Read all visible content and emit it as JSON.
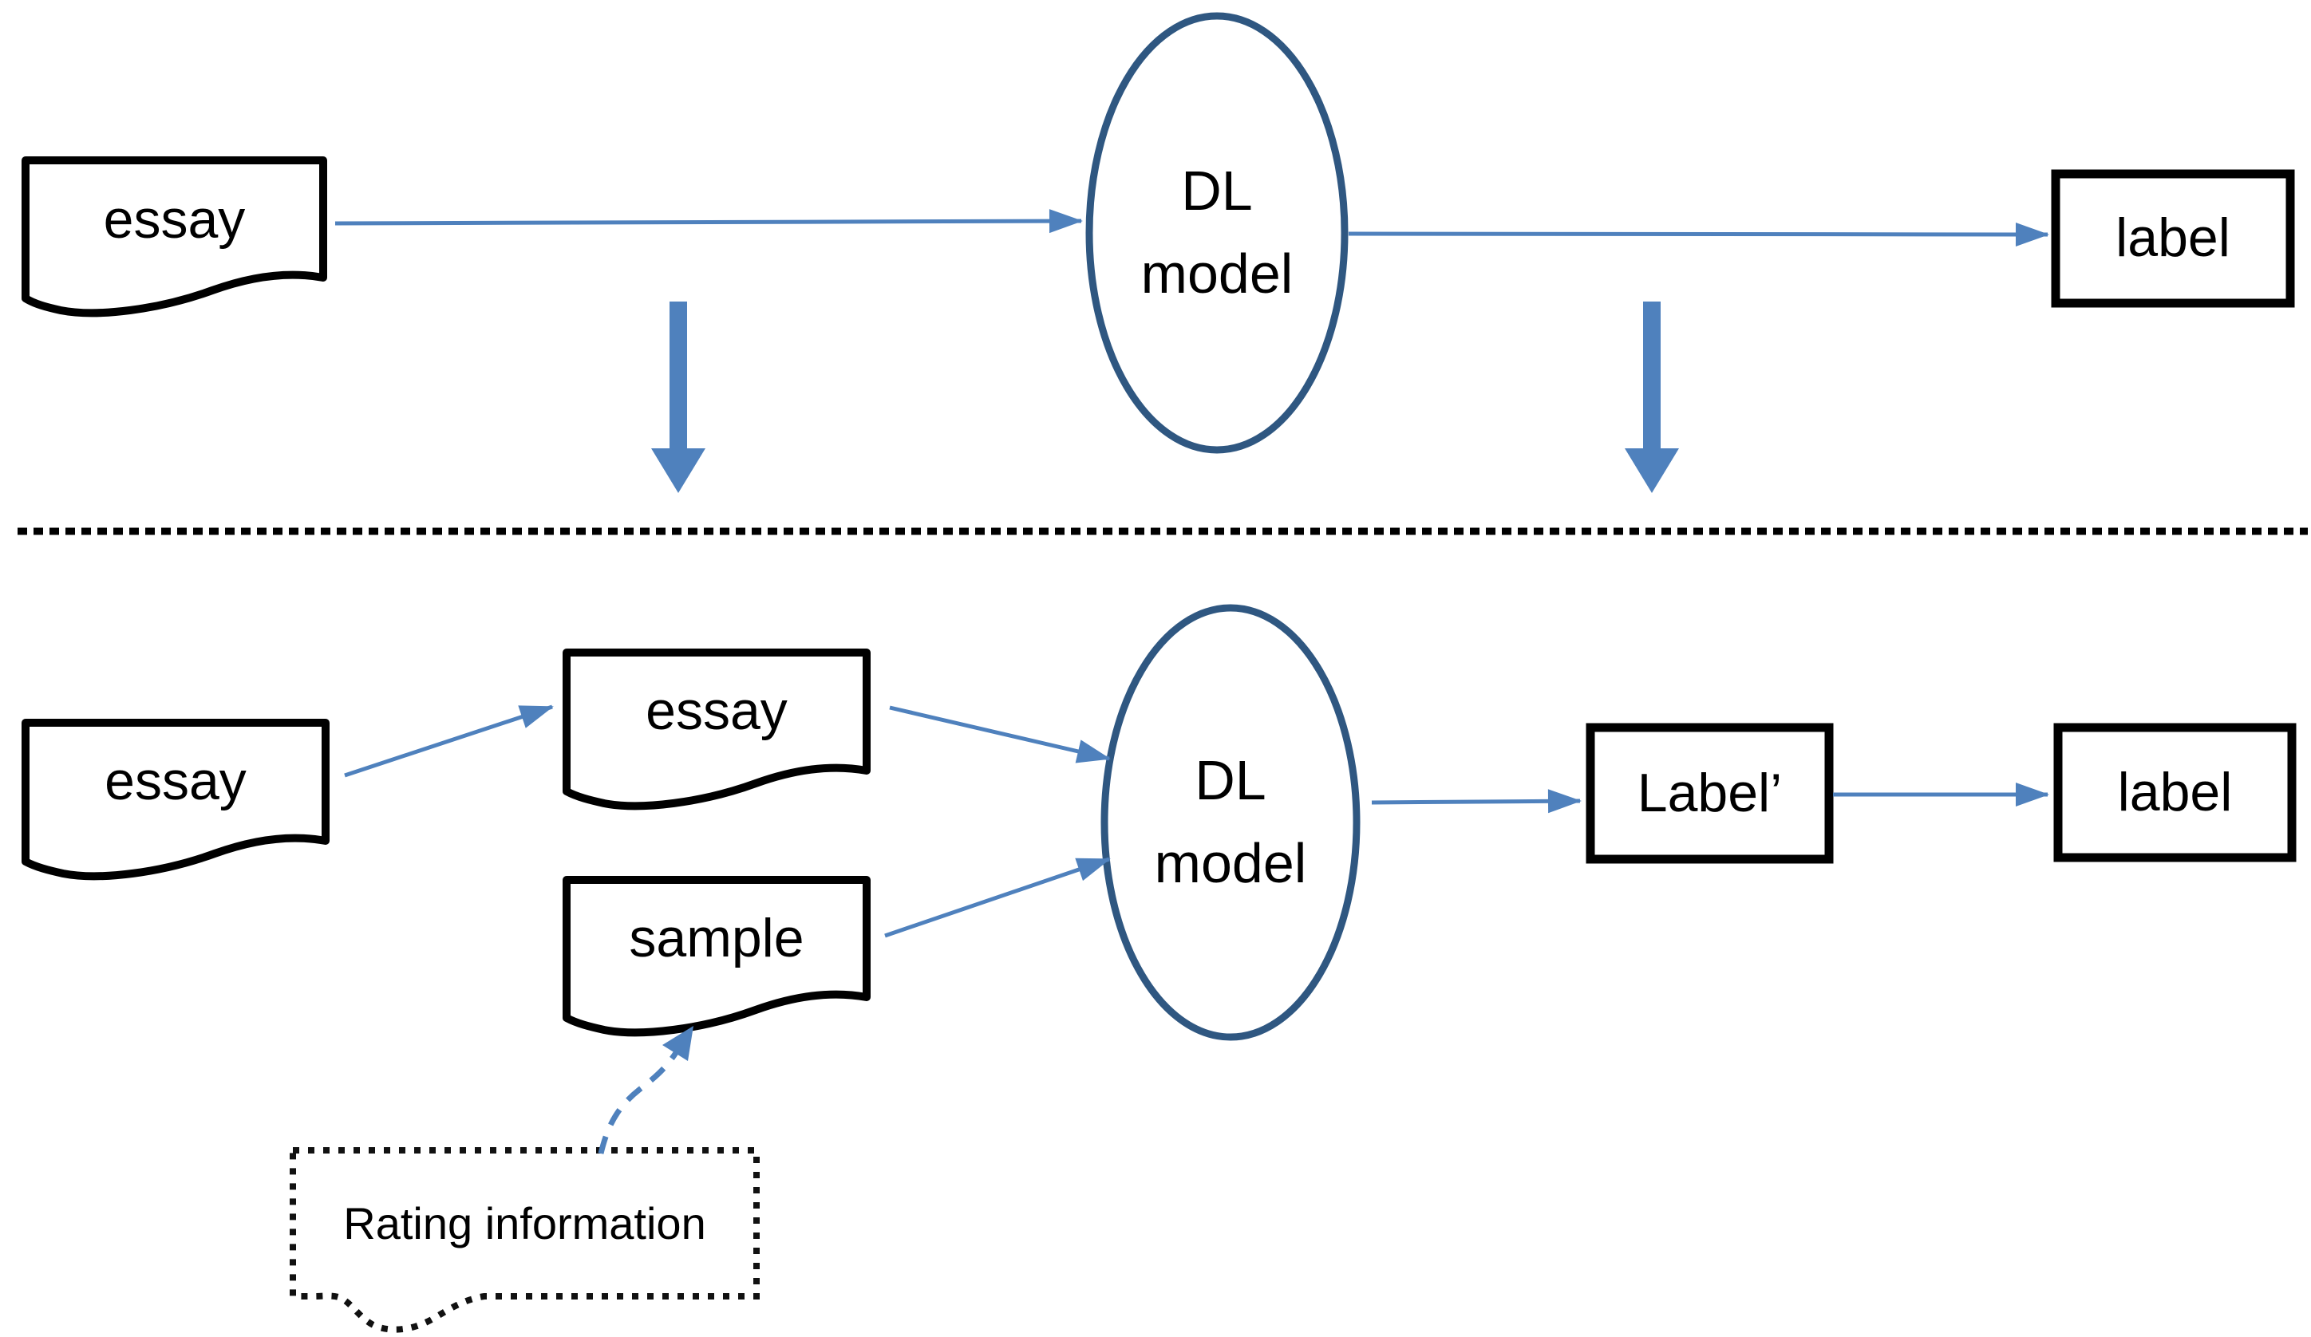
{
  "diagram": {
    "top_flow": {
      "essay_doc": "essay",
      "model_node": "DL\nmodel",
      "label_box": "label"
    },
    "bottom_flow": {
      "essay_doc": "essay",
      "essay_copy_doc": "essay",
      "sample_doc": "sample",
      "model_node": "DL\nmodel",
      "label_prime_box": "Label’",
      "label_box": "label",
      "rating_info_box": "Rating information"
    },
    "colors": {
      "connector_blue": "#4f81bd",
      "model_ellipse_stroke": "#2f5781",
      "shape_stroke": "#000000",
      "background": "#ffffff"
    }
  }
}
